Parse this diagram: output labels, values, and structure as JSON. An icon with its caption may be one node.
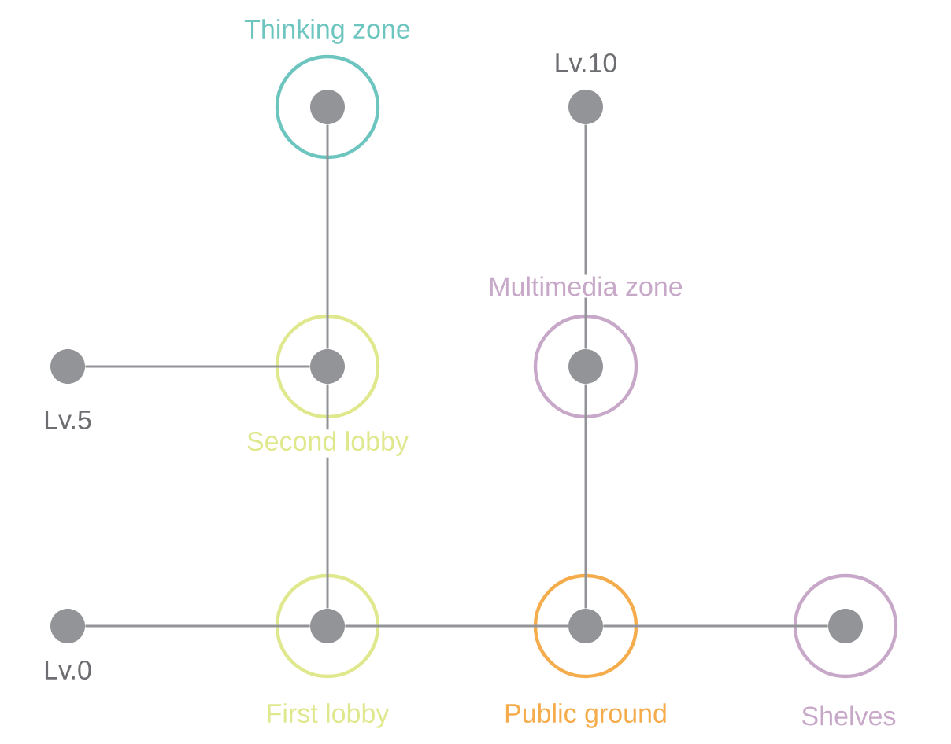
{
  "diagram": {
    "nodes": [
      {
        "text": [
          "Thinking zone"
        ]
      },
      {
        "text": [
          "Lv.10"
        ]
      },
      {
        "text": [
          "Lv.5"
        ]
      },
      {
        "text": [
          "Second lobby"
        ]
      },
      {
        "text": [
          "Multimedia zone"
        ]
      },
      {
        "text": [
          "Lv.0"
        ]
      },
      {
        "text": [
          "First lobby"
        ]
      },
      {
        "text": [
          "Public ground"
        ]
      },
      {
        "text": [
          "Shelves"
        ]
      }
    ],
    "edges": [
      {
        "from": 0,
        "to": 3,
        "arrow": "none"
      },
      {
        "from": 3,
        "to": 6,
        "arrow": "none"
      },
      {
        "from": 2,
        "to": 3,
        "arrow": "none"
      },
      {
        "from": 1,
        "to": 4,
        "arrow": "none"
      },
      {
        "from": 4,
        "to": 7,
        "arrow": "none"
      },
      {
        "from": 5,
        "to": 6,
        "arrow": "none"
      },
      {
        "from": 6,
        "to": 7,
        "arrow": "none"
      },
      {
        "from": 7,
        "to": 8,
        "arrow": "none"
      }
    ]
  }
}
